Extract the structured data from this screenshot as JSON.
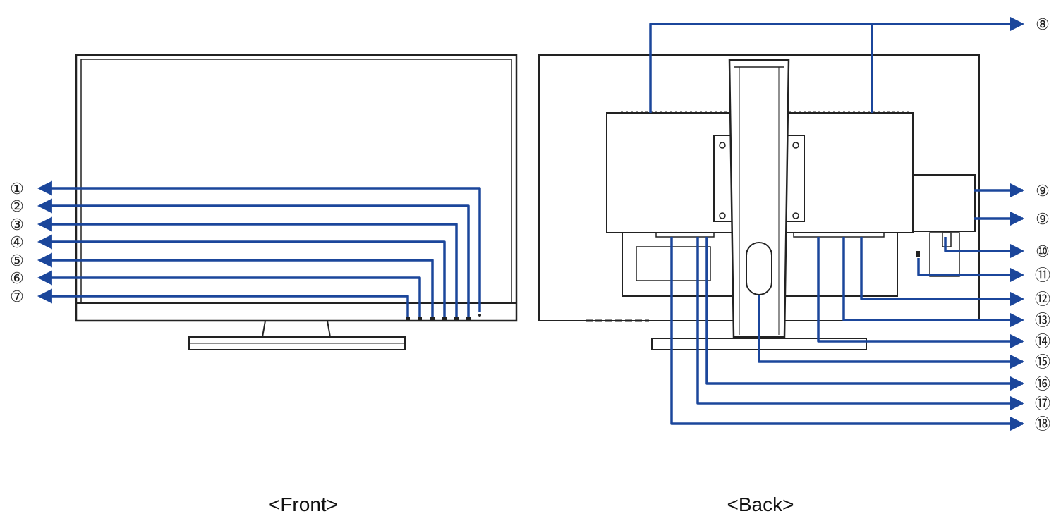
{
  "captions": {
    "front": "<Front>",
    "back": "<Back>"
  },
  "colors": {
    "callout": "#1b469b",
    "outline": "#222222"
  },
  "callouts": {
    "c1": "①",
    "c2": "②",
    "c3": "③",
    "c4": "④",
    "c5": "⑤",
    "c6": "⑥",
    "c7": "⑦",
    "c8": "⑧",
    "c9a": "⑨",
    "c9b": "⑨",
    "c10": "⑩",
    "c11": "⑪",
    "c12": "⑫",
    "c13": "⑬",
    "c14": "⑭",
    "c15": "⑮",
    "c16": "⑯",
    "c17": "⑰",
    "c18": "⑱"
  }
}
